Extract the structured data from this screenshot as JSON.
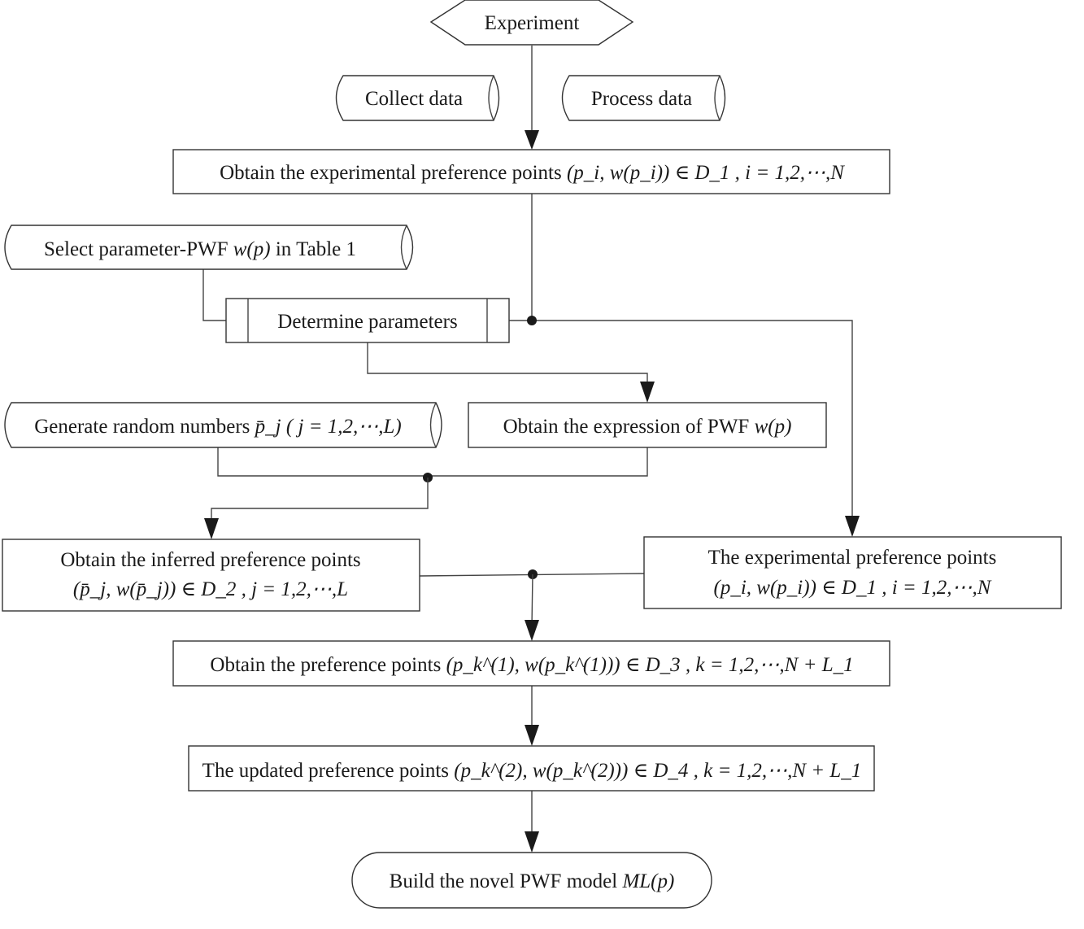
{
  "diagram": {
    "type": "flowchart",
    "nodes": {
      "experiment": {
        "shape": "hexagon",
        "text": "Experiment"
      },
      "collect_data": {
        "shape": "stored-data",
        "text": "Collect data"
      },
      "process_data": {
        "shape": "stored-data",
        "text": "Process data"
      },
      "obtain_experimental": {
        "shape": "process",
        "text_plain": "Obtain the experimental preference points ",
        "math": "(p_i, w(p_i)) ∈ D_1 , i = 1,2,⋯,N"
      },
      "select_pwf": {
        "shape": "stored-data",
        "text_plain": "Select parameter-PWF ",
        "math": "w(p)",
        "text_after": " in Table 1"
      },
      "determine_parameters": {
        "shape": "predefined-process",
        "text": "Determine parameters"
      },
      "generate_random": {
        "shape": "stored-data",
        "text_plain": "Generate random numbers ",
        "math": "p̄_j ( j = 1,2,⋯,L)"
      },
      "obtain_expression": {
        "shape": "process",
        "text_plain": "Obtain the expression of PWF ",
        "math": "w(p)"
      },
      "inferred_points": {
        "shape": "process",
        "line1": "Obtain the inferred preference points",
        "math": "(p̄_j, w(p̄_j)) ∈ D_2 , j = 1,2,⋯,L"
      },
      "experimental_points": {
        "shape": "process",
        "line1": "The experimental preference points",
        "math": "(p_i, w(p_i)) ∈ D_1 , i = 1,2,⋯,N"
      },
      "obtain_preference_points": {
        "shape": "process",
        "text_plain": "Obtain the preference points ",
        "math": "(p_k^(1), w(p_k^(1))) ∈ D_3 , k = 1,2,⋯,N + L_1"
      },
      "updated_points": {
        "shape": "process",
        "text_plain": "The updated preference points ",
        "math": "(p_k^(2), w(p_k^(2))) ∈ D_4 , k = 1,2,⋯,N + L_1"
      },
      "build_model": {
        "shape": "terminator",
        "text_plain": "Build the novel  PWF model ",
        "math": "ML(p)"
      }
    },
    "edges": [
      {
        "from": "experiment",
        "to": "obtain_experimental",
        "arrow": true
      },
      {
        "from": "obtain_experimental",
        "to": "junction_1",
        "arrow": false
      },
      {
        "from": "select_pwf",
        "to": "determine_parameters",
        "arrow": false
      },
      {
        "from": "determine_parameters",
        "to": "junction_1",
        "arrow": false
      },
      {
        "from": "determine_parameters",
        "to": "obtain_expression",
        "arrow": true
      },
      {
        "from": "junction_1",
        "to": "experimental_points",
        "arrow": true
      },
      {
        "from": "generate_random",
        "to": "junction_2",
        "arrow": false
      },
      {
        "from": "obtain_expression",
        "to": "junction_2",
        "arrow": false
      },
      {
        "from": "junction_2",
        "to": "inferred_points",
        "arrow": true
      },
      {
        "from": "inferred_points",
        "to": "junction_3",
        "arrow": false
      },
      {
        "from": "experimental_points",
        "to": "junction_3",
        "arrow": false
      },
      {
        "from": "junction_3",
        "to": "obtain_preference_points",
        "arrow": true
      },
      {
        "from": "obtain_preference_points",
        "to": "updated_points",
        "arrow": true
      },
      {
        "from": "updated_points",
        "to": "build_model",
        "arrow": true
      }
    ]
  }
}
